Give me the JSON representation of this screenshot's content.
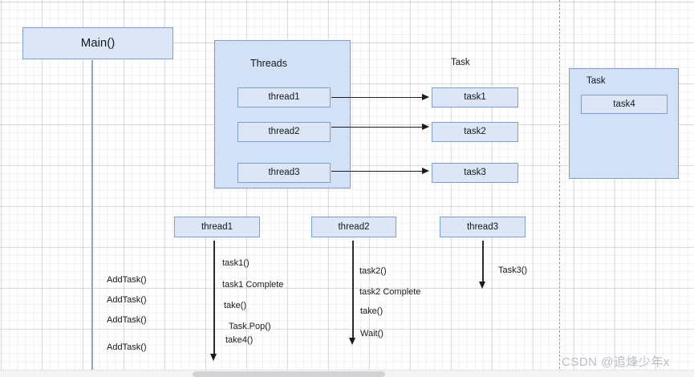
{
  "diagram": {
    "title": "Thread / Task execution diagram",
    "colors": {
      "node_fill": "#dce6f6",
      "container_fill": "#d3e1f7",
      "node_border": "#7d9fd0",
      "lifeline": "#8fa8c8",
      "arrow": "#1b1b1b",
      "grid_minor": "#f0f0f0",
      "grid_major": "#e3e3e3",
      "watermark": "#b9bec6"
    },
    "main_box": {
      "label": "Main()"
    },
    "threads_container": {
      "title": "Threads",
      "items": [
        {
          "label": "thread1"
        },
        {
          "label": "thread2"
        },
        {
          "label": "thread3"
        }
      ]
    },
    "task_group": {
      "title": "Task",
      "items": [
        {
          "label": "task1"
        },
        {
          "label": "task2"
        },
        {
          "label": "task3"
        }
      ]
    },
    "task_container_right": {
      "title": "Task",
      "items": [
        {
          "label": "task4"
        }
      ]
    },
    "main_calls": [
      {
        "label": "AddTask()"
      },
      {
        "label": "AddTask()"
      },
      {
        "label": "AddTask()"
      },
      {
        "label": "AddTask()"
      }
    ],
    "lifelines": [
      {
        "header": "thread1",
        "steps": [
          {
            "label": "task1()"
          },
          {
            "label": "task1 Complete"
          },
          {
            "label": "take()"
          },
          {
            "label": "Task.Pop()"
          },
          {
            "label": "take4()"
          }
        ]
      },
      {
        "header": "thread2",
        "steps": [
          {
            "label": "task2()"
          },
          {
            "label": "task2 Complete"
          },
          {
            "label": "take()"
          },
          {
            "label": "Wait()"
          }
        ]
      },
      {
        "header": "thread3",
        "steps": [
          {
            "label": "Task3()"
          }
        ]
      }
    ],
    "watermark": "CSDN @追烽少年x"
  }
}
